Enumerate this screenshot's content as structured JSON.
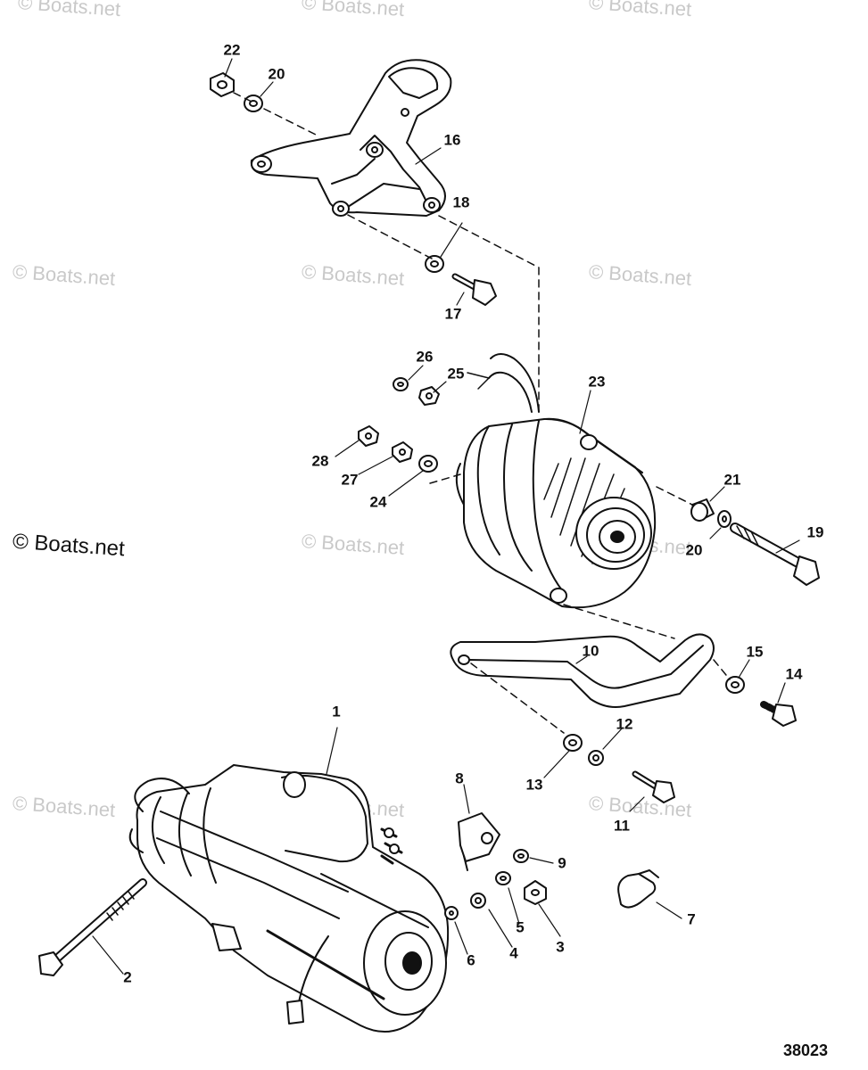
{
  "diagram": {
    "figure_number": "38023",
    "watermark_text": "© Boats.net",
    "callouts": {
      "c1": "1",
      "c2": "2",
      "c3": "3",
      "c4": "4",
      "c5": "5",
      "c6": "6",
      "c7": "7",
      "c8": "8",
      "c9": "9",
      "c10": "10",
      "c11": "11",
      "c12": "12",
      "c13": "13",
      "c14": "14",
      "c15": "15",
      "c16": "16",
      "c17": "17",
      "c18": "18",
      "c19": "19",
      "c20a": "20",
      "c20b": "20",
      "c21": "21",
      "c22": "22",
      "c23": "23",
      "c24": "24",
      "c25": "25",
      "c26": "26",
      "c27": "27",
      "c28": "28"
    }
  }
}
